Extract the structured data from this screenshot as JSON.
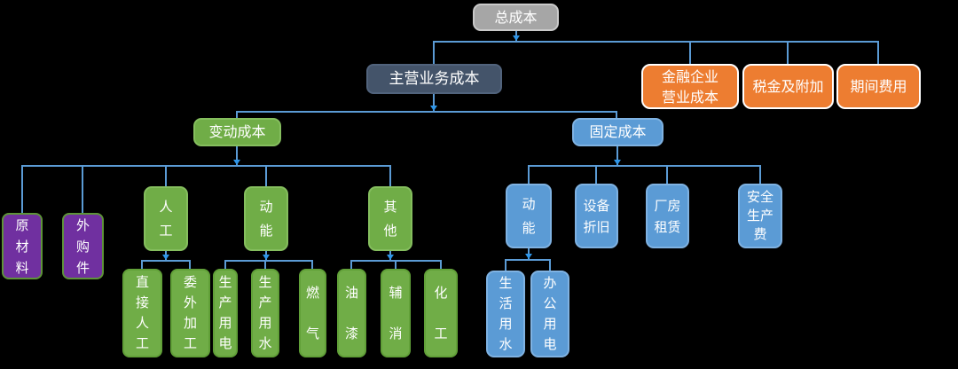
{
  "diagram": {
    "background": "#000000",
    "palette": {
      "gray": "#A6A6A6",
      "dark_blue": "#44546A",
      "orange": "#ED7D31",
      "green": "#70AD47",
      "blue": "#5B9BD5",
      "purple": "#7030A0",
      "connector": "#5B9BD5"
    },
    "nodes": {
      "total_cost": {
        "label": "总成本"
      },
      "main_business_cost": {
        "label": "主营业务成本"
      },
      "financial_operating_cost": {
        "label": "金融企业\n营业成本"
      },
      "taxes_surcharges": {
        "label": "税金及附加"
      },
      "period_expenses": {
        "label": "期间费用"
      },
      "variable_cost": {
        "label": "变动成本"
      },
      "fixed_cost": {
        "label": "固定成本"
      },
      "raw_materials": {
        "label": "原\n材\n料"
      },
      "purchased_parts": {
        "label": "外\n购\n件"
      },
      "labor": {
        "label": "人\n工"
      },
      "power_variable": {
        "label": "动\n能"
      },
      "other": {
        "label": "其\n他"
      },
      "direct_labor": {
        "label": "直\n接\n人\n工"
      },
      "outsourced_processing": {
        "label": "委\n外\n加\n工"
      },
      "production_electricity": {
        "label": "生\n产\n用\n电"
      },
      "production_water": {
        "label": "生\n产\n用\n水"
      },
      "gas": {
        "label": "燃\n气"
      },
      "paint": {
        "label": "油\n漆"
      },
      "auxiliary_consumables": {
        "label": "辅\n消"
      },
      "chemical": {
        "label": "化\n工"
      },
      "power_fixed": {
        "label": "动\n能"
      },
      "equipment_depreciation": {
        "label": "设备\n折旧"
      },
      "factory_rent": {
        "label": "厂房\n租赁"
      },
      "safety_production_fee": {
        "label": "安全\n生产\n费"
      },
      "domestic_water": {
        "label": "生\n活\n用\n水"
      },
      "office_electricity": {
        "label": "办\n公\n用\n电"
      }
    },
    "hierarchy": [
      {
        "parent": "total_cost",
        "children": [
          "main_business_cost",
          "financial_operating_cost",
          "taxes_surcharges",
          "period_expenses"
        ]
      },
      {
        "parent": "main_business_cost",
        "children": [
          "variable_cost",
          "fixed_cost"
        ]
      },
      {
        "parent": "variable_cost",
        "children": [
          "raw_materials",
          "purchased_parts",
          "labor",
          "power_variable",
          "other"
        ]
      },
      {
        "parent": "labor",
        "children": [
          "direct_labor",
          "outsourced_processing"
        ]
      },
      {
        "parent": "power_variable",
        "children": [
          "production_electricity",
          "production_water",
          "gas"
        ]
      },
      {
        "parent": "other",
        "children": [
          "paint",
          "auxiliary_consumables",
          "chemical"
        ]
      },
      {
        "parent": "fixed_cost",
        "children": [
          "power_fixed",
          "equipment_depreciation",
          "factory_rent",
          "safety_production_fee"
        ]
      },
      {
        "parent": "power_fixed",
        "children": [
          "domestic_water",
          "office_electricity"
        ]
      }
    ]
  }
}
